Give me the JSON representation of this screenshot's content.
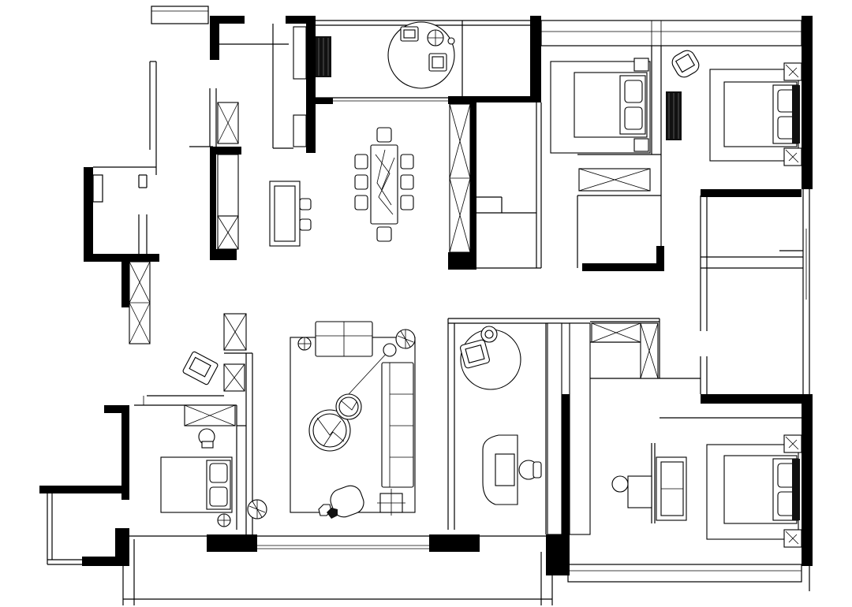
{
  "drawing": {
    "type": "architectural floor plan",
    "background_color": "#ffffff",
    "line_color": "#000000",
    "annotations": []
  },
  "rooms": [
    {
      "id": "entry"
    },
    {
      "id": "guest-bath"
    },
    {
      "id": "dining"
    },
    {
      "id": "tea-nook"
    },
    {
      "id": "kitchen"
    },
    {
      "id": "living"
    },
    {
      "id": "study"
    },
    {
      "id": "guest-bedroom"
    },
    {
      "id": "bedroom-1"
    },
    {
      "id": "bedroom-2"
    },
    {
      "id": "master-bedroom"
    },
    {
      "id": "walk-in-closet"
    },
    {
      "id": "south-balcony"
    }
  ],
  "furniture": {
    "dining_chairs": 10,
    "living_sofa_seats": 4,
    "beds": 4,
    "round_rugs": 3
  }
}
